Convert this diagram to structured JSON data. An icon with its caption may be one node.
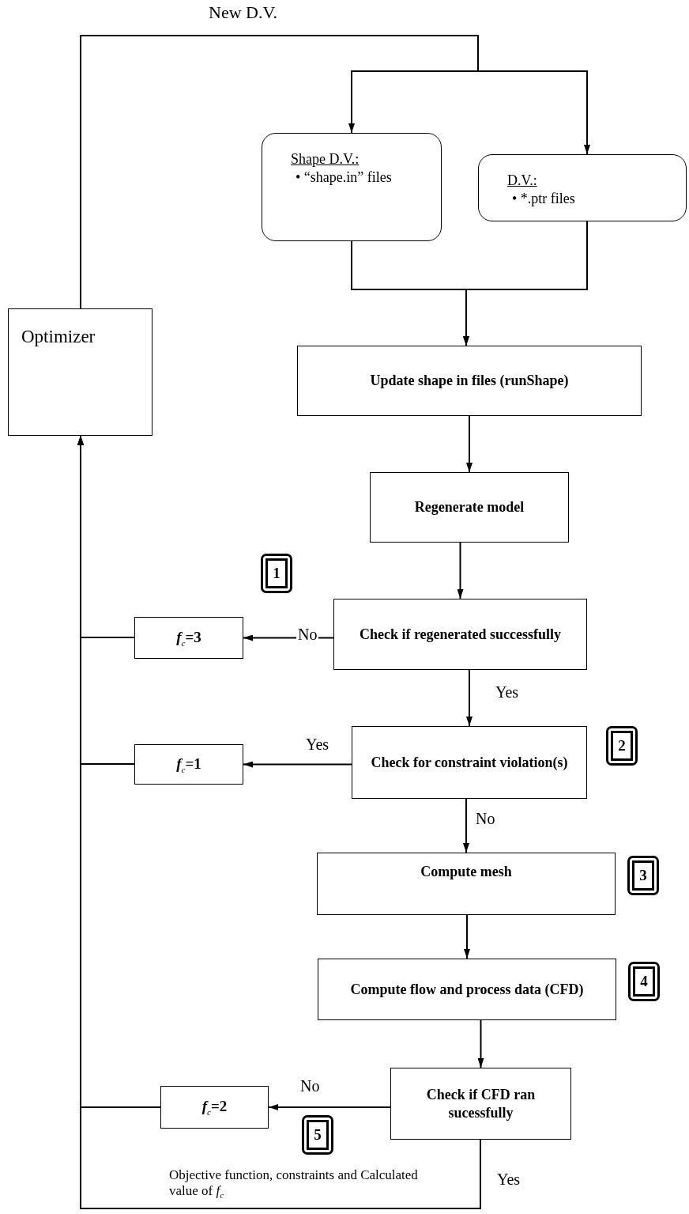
{
  "diagram": {
    "nodes": [
      {
        "text": [
          "Optimizer"
        ]
      },
      {
        "text": [
          "Shape D.V.:",
          "• “shape.in” files"
        ]
      },
      {
        "text": [
          "D.V.:",
          "• *.ptr files"
        ]
      },
      {
        "text": [
          "Update shape in files (runShape)"
        ]
      },
      {
        "text": [
          "Regenerate model"
        ]
      },
      {
        "text": [
          "Check if regenerated successfully"
        ]
      },
      {
        "text": [
          "*f*$_{c}$=3"
        ]
      },
      {
        "text": [
          "Check for constraint violation(s)"
        ]
      },
      {
        "text": [
          "*f*$_{c}$=1"
        ]
      },
      {
        "text": [
          "Compute mesh"
        ]
      },
      {
        "text": [
          "Compute flow and process data (CFD)"
        ]
      },
      {
        "text": [
          "Check if CFD ran sucessfully"
        ]
      },
      {
        "text": [
          "*f*$_{c}$=2"
        ]
      }
    ],
    "edges": [
      {
        "from": 0,
        "to": 1,
        "arrow": "to"
      },
      {
        "from": 0,
        "to": 2,
        "arrow": "to"
      },
      {
        "from": 1,
        "to": 3,
        "arrow": "to"
      },
      {
        "from": 2,
        "to": 3,
        "arrow": "to"
      },
      {
        "from": 3,
        "to": 4,
        "arrow": "to"
      },
      {
        "from": 4,
        "to": 5,
        "arrow": "to"
      },
      {
        "from": 5,
        "to": 6,
        "label": "No",
        "arrow": "to"
      },
      {
        "from": 6,
        "to": 0,
        "arrow": "to"
      },
      {
        "from": 5,
        "to": 7,
        "label": "Yes",
        "arrow": "to"
      },
      {
        "from": 7,
        "to": 8,
        "label": "Yes",
        "arrow": "to"
      },
      {
        "from": 8,
        "to": 0,
        "arrow": "to"
      },
      {
        "from": 7,
        "to": 9,
        "label": "No",
        "arrow": "to"
      },
      {
        "from": 9,
        "to": 10,
        "arrow": "to"
      },
      {
        "from": 10,
        "to": 11,
        "arrow": "to"
      },
      {
        "from": 11,
        "to": 12,
        "label": "No",
        "arrow": "to"
      },
      {
        "from": 12,
        "to": 0,
        "arrow": "to"
      },
      {
        "from": 11,
        "to": 0,
        "label": "Yes",
        "arrow": "to"
      }
    ],
    "labels": [
      "New D.V.",
      "1",
      "2",
      "3",
      "4",
      "5",
      "Objective function, constraints and Calculated value of *f*$_{c}$"
    ]
  }
}
